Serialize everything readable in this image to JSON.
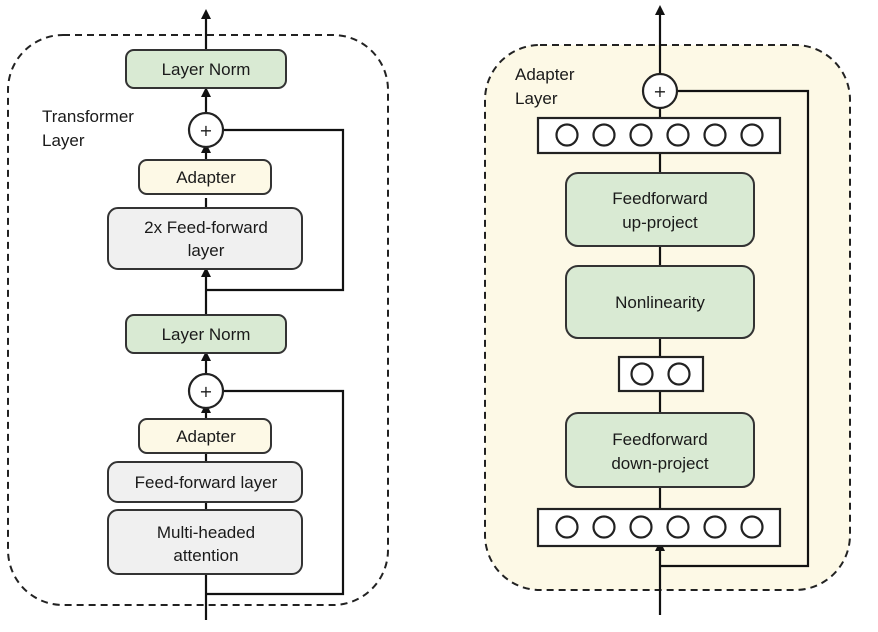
{
  "transformer_layer": {
    "caption_line1": "Transformer",
    "caption_line2": "Layer",
    "top_layer_norm": "Layer Norm",
    "top_plus": "+",
    "top_adapter": "Adapter",
    "ffn_2x_line1": "2x Feed-forward",
    "ffn_2x_line2": "layer",
    "mid_layer_norm": "Layer Norm",
    "bottom_plus": "+",
    "bottom_adapter": "Adapter",
    "ffn_layer": "Feed-forward layer",
    "mha_line1": "Multi-headed",
    "mha_line2": "attention"
  },
  "adapter_layer": {
    "caption_line1": "Adapter",
    "caption_line2": "Layer",
    "plus": "+",
    "up_line1": "Feedforward",
    "up_line2": "up-project",
    "nonlinearity": "Nonlinearity",
    "down_line1": "Feedforward",
    "down_line2": "down-project"
  },
  "colors": {
    "layer_norm_fill": "#d9ead3",
    "adapter_fill": "#fdf9e6",
    "feedforward_fill": "#f0f0f0",
    "adapter_panel_fill": "#fdf9e6"
  }
}
